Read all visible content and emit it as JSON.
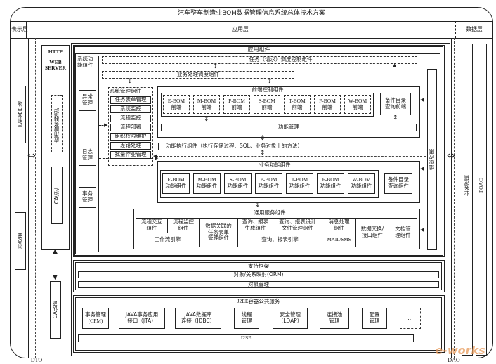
{
  "title": "汽车整车制造业BOM数据管理信息系统总体技术方案",
  "layers": {
    "presentation": "表示层",
    "application": "应用层",
    "data": "数据层"
  },
  "presentation": {
    "custom_client": "定制客户端",
    "browser": "浏览器"
  },
  "web_server": {
    "title_line1": "HTTP",
    "title_line2": "WEB",
    "title_line3": "SERVER",
    "app_service_plugin": "应用服务器插件",
    "ca_plugin": "CA插件",
    "ca_auth": "CA认证"
  },
  "app_components": {
    "title": "应用组件",
    "task_dispatch": "任务（请求）调度控制组件",
    "business_dispatch": "业务处理调度组件",
    "system_function": {
      "title_line1": "系统功",
      "title_line2": "能组件",
      "exception": "异常管理",
      "log": "日志管理",
      "transaction": "事务管理"
    },
    "system_management": {
      "title": "系统管理组件",
      "items": [
        "任务表单管理",
        "系统监控",
        "流程监控",
        "流程部署",
        "组织权限维护",
        "差错处理",
        "批量作业管理"
      ]
    },
    "frontend_control": {
      "title": "前端控制组件",
      "items": [
        {
          "line1": "E-BOM",
          "line2": "前端"
        },
        {
          "line1": "M-BOM",
          "line2": "前端"
        },
        {
          "line1": "P-BOM",
          "line2": "前端"
        },
        {
          "line1": "S-BOM",
          "line2": "前端"
        },
        {
          "line1": "T-BOM",
          "line2": "前端"
        },
        {
          "line1": "F-BOM",
          "line2": "前端"
        },
        {
          "line1": "W-BOM",
          "line2": "前端"
        }
      ],
      "spare_parts": {
        "line1": "备件目录",
        "line2": "查询前端"
      },
      "function_mgmt": "功能管理"
    },
    "function_exec": "功能执行组件（执行存储过程、SQL、业务对象上的方法）",
    "business_function": {
      "title": "业务功能组件",
      "items": [
        {
          "line1": "E-BOM",
          "line2": "功能组件"
        },
        {
          "line1": "M-BOM",
          "line2": "功能组件"
        },
        {
          "line1": "S-BOM",
          "line2": "功能组件"
        },
        {
          "line1": "P-BOM",
          "line2": "功能组件"
        },
        {
          "line1": "T-BOM",
          "line2": "功能组件"
        },
        {
          "line1": "F-BOM",
          "line2": "功能组件"
        },
        {
          "line1": "W-BOM",
          "line2": "功能组件"
        }
      ],
      "spare_parts": {
        "line1": "备件目录",
        "line2": "查询组件"
      }
    },
    "general_service": {
      "title": "通用服务组件",
      "flow_interaction": {
        "line1": "流程交互",
        "line2": "组件"
      },
      "flow_monitor": {
        "line1": "流程监控",
        "line2": "组件"
      },
      "workflow_engine": "工作流引擎",
      "data_task_form": {
        "line1": "数据关联的",
        "line2": "任务表单",
        "line3": "管理组件"
      },
      "query_report_gen": {
        "line1": "查询、报表",
        "line2": "生成组件"
      },
      "query_report_design": {
        "line1": "查询、报表设计",
        "line2": "文件管理组件"
      },
      "query_report_engine": "查询、报表引擎",
      "message_processing": {
        "line1": "消息处理",
        "line2": "组件"
      },
      "mail_sms": "MAIL/SMS",
      "data_exchange": {
        "line1": "数据交换/",
        "line2": "接口组件"
      },
      "document_mgmt": {
        "line1": "文档管",
        "line2": "理组件"
      }
    },
    "org_permission": "组织权限"
  },
  "support_framework": {
    "title": "支持框架",
    "orm": "对象/关系映射(ORM)",
    "object_mgmt": "对象管理"
  },
  "j2ee": {
    "title": "J2EE容器公共服务",
    "items": [
      {
        "line1": "事务管理",
        "line2": "(CPM)"
      },
      {
        "line1": "JAVA事务应用",
        "line2": "接口（JTA）"
      },
      {
        "line1": "JAVA数据库",
        "line2": "连接（JDBC）"
      },
      {
        "line1": "线程",
        "line2": "管理"
      },
      {
        "line1": "安全管理",
        "line2": "（LDAP）"
      },
      {
        "line1": "连接池",
        "line2": "管理"
      },
      {
        "line1": "配置",
        "line2": "管理"
      },
      {
        "line1": "…",
        "line2": ""
      }
    ],
    "j2se": "J2SE"
  },
  "data_layer": {
    "business_logic": "业务逻辑",
    "poac": "POAC"
  },
  "labels": {
    "dto": "DTO",
    "dao": "DAO"
  },
  "watermark": "e-works"
}
